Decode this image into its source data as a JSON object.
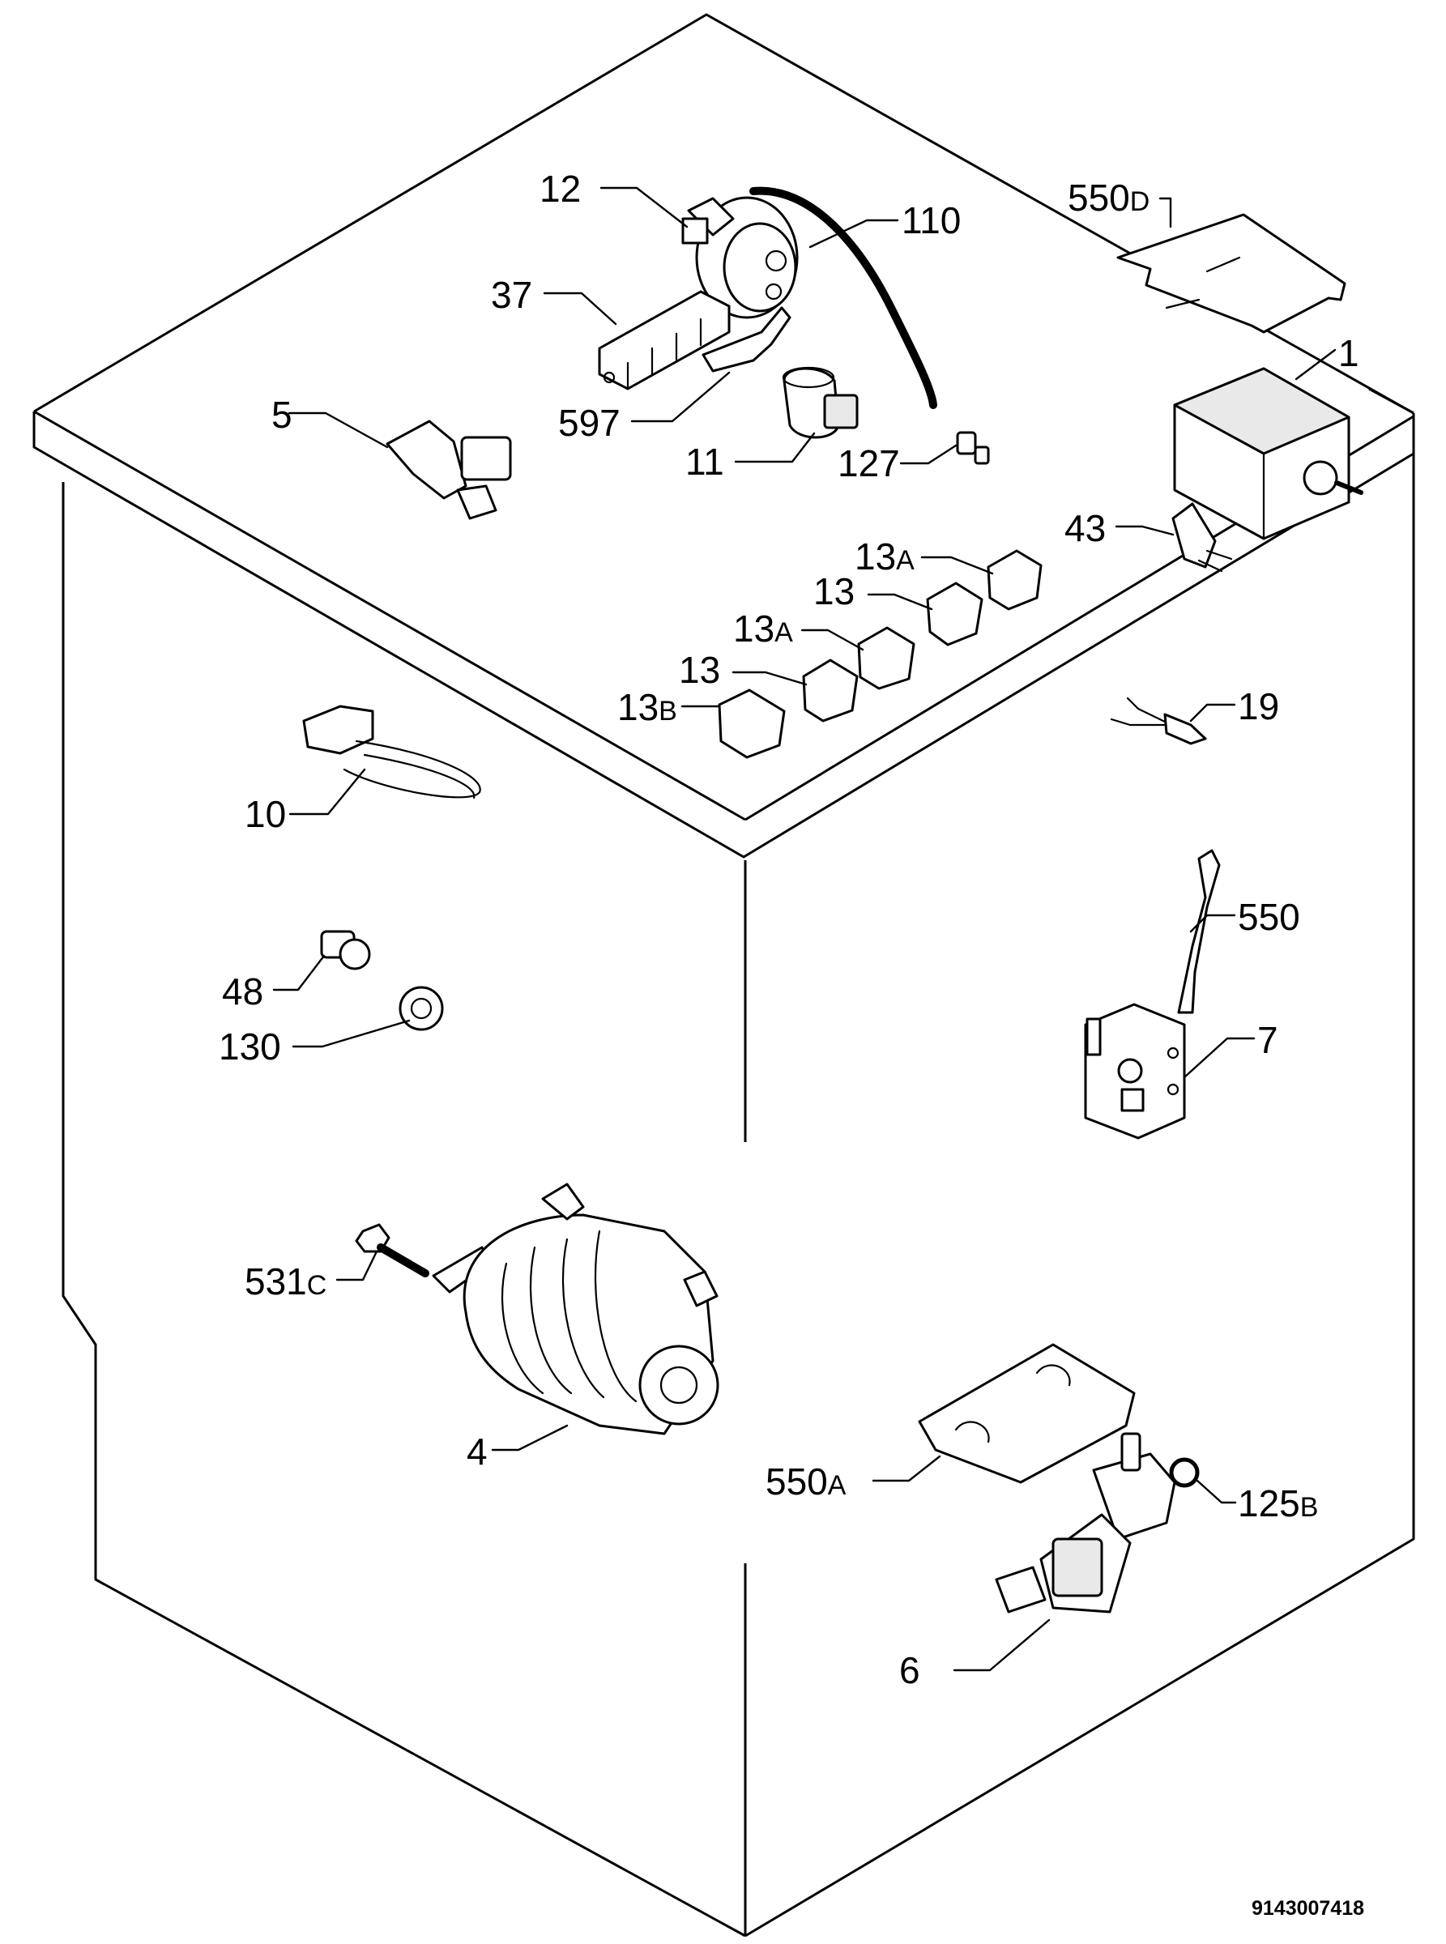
{
  "labels": {
    "p12": "12",
    "p110": "110",
    "p550d": "550",
    "p550d_suffix": "D",
    "p37": "37",
    "p1": "1",
    "p5": "5",
    "p597": "597",
    "p11": "11",
    "p127": "127",
    "p43": "43",
    "p13a_1": "13",
    "p13a_1_suffix": "A",
    "p13_1": "13",
    "p13a_2": "13",
    "p13a_2_suffix": "A",
    "p13_2": "13",
    "p13b": "13",
    "p13b_suffix": "B",
    "p19": "19",
    "p10": "10",
    "p550": "550",
    "p48": "48",
    "p130": "130",
    "p7": "7",
    "p531c": "531",
    "p531c_suffix": "C",
    "p4": "4",
    "p550a": "550",
    "p550a_suffix": "A",
    "p125b": "125",
    "p125b_suffix": "B",
    "p6": "6"
  },
  "document_number": "9143007418"
}
